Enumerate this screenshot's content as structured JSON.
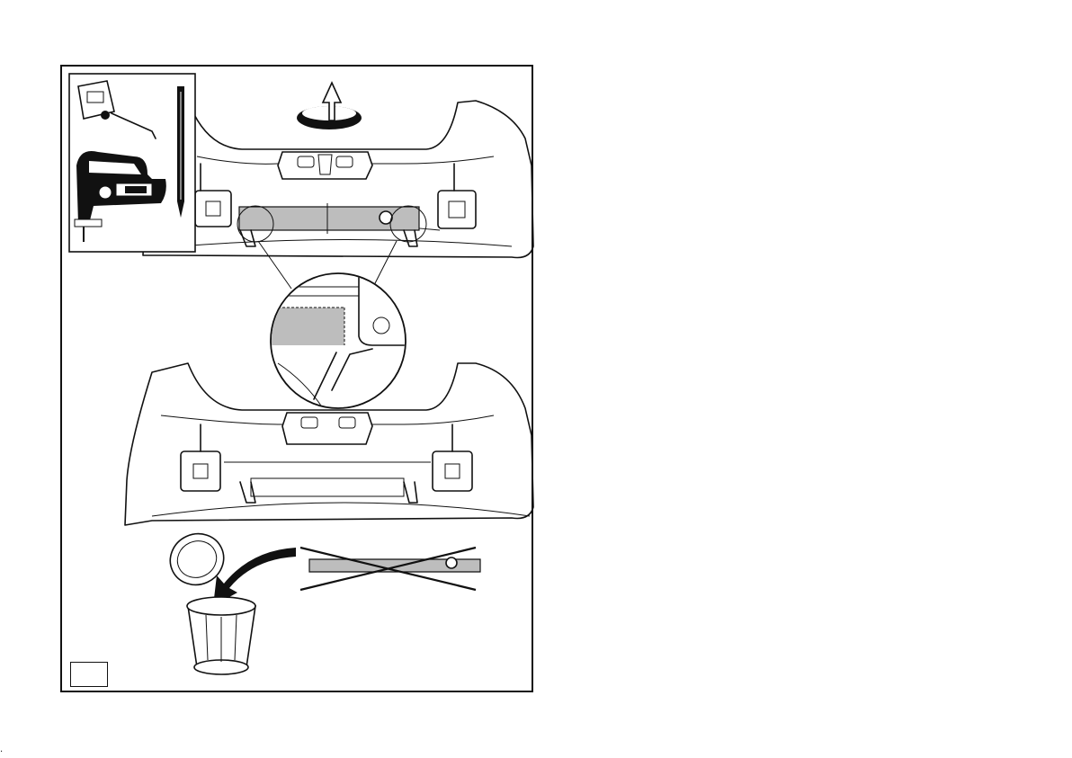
{
  "page": {
    "step_number": "",
    "corner_mark": "."
  },
  "illustrations": {
    "tools": [
      "tape-measure",
      "pencil",
      "jigsaw"
    ],
    "steps": [
      "rotate-bumper",
      "mark-cut-line-on-crossmember",
      "cut-crossmember",
      "discard-removed-part"
    ]
  },
  "colors": {
    "line": "#111111",
    "cut_area": "#bdbdbd",
    "background": "#ffffff"
  }
}
